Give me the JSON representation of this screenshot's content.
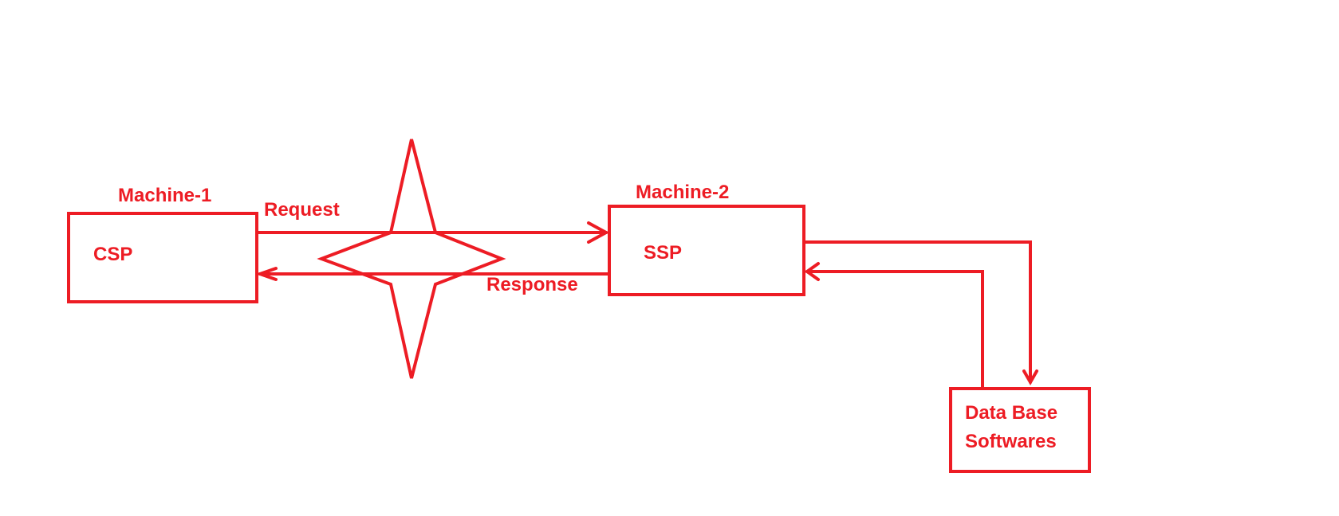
{
  "colors": {
    "stroke": "#ed1c24",
    "background": "#ffffff"
  },
  "labels": {
    "machine1": "Machine-1",
    "csp": "CSP",
    "request": "Request",
    "response": "Response",
    "machine2": "Machine-2",
    "ssp": "SSP",
    "database_line1": "Data Base",
    "database_line2": "Softwares"
  }
}
